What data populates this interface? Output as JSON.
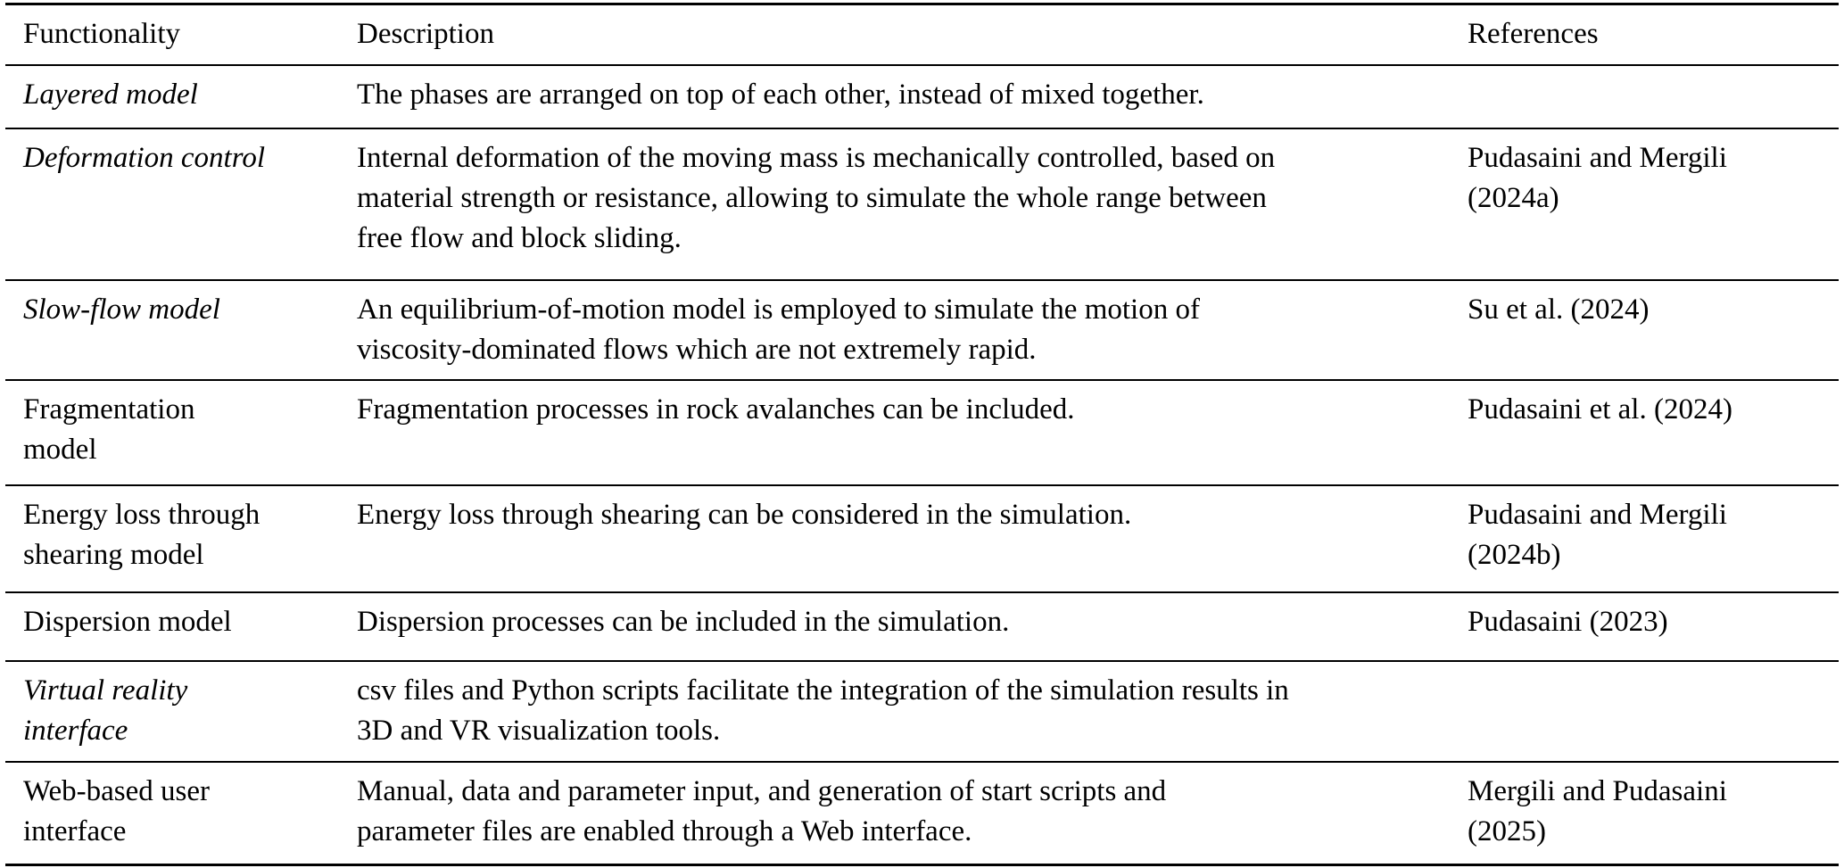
{
  "table": {
    "columns": [
      "Functionality",
      "Description",
      "References"
    ],
    "rows": [
      {
        "functionality": "Layered model",
        "italic": true,
        "description": "The phases are arranged on top of each other, instead of mixed together.",
        "reference": ""
      },
      {
        "functionality": "Deformation control",
        "italic": true,
        "description": "Internal deformation of the moving mass is mechanically controlled, based on\nmaterial strength or resistance, allowing to simulate the whole range between\nfree flow and block sliding.",
        "reference": "Pudasaini and Mergili\n(2024a)"
      },
      {
        "functionality": "Slow-flow model",
        "italic": true,
        "description": "An equilibrium-of-motion model is employed to simulate the motion of\nviscosity-dominated flows which are not extremely rapid.",
        "reference": "Su et al. (2024)"
      },
      {
        "functionality": "Fragmentation\nmodel",
        "italic": false,
        "description": "Fragmentation processes in rock avalanches can be included.",
        "reference": "Pudasaini et al. (2024)"
      },
      {
        "functionality": "Energy loss through\nshearing model",
        "italic": false,
        "description": "Energy loss through shearing can be considered in the simulation.",
        "reference": "Pudasaini and Mergili\n(2024b)"
      },
      {
        "functionality": "Dispersion model",
        "italic": false,
        "description": "Dispersion processes can be included in the simulation.",
        "reference": "Pudasaini (2023)"
      },
      {
        "functionality": "Virtual reality\ninterface",
        "italic": true,
        "description": "csv files and Python scripts facilitate the integration of the simulation results in\n3D and VR visualization tools.",
        "reference": ""
      },
      {
        "functionality": "Web-based user\ninterface",
        "italic": false,
        "description": "Manual, data and parameter input, and generation of start scripts and\nparameter files are enabled through a Web interface.",
        "reference": "Mergili and Pudasaini\n(2025)"
      }
    ],
    "colors": {
      "text": "#000000",
      "background": "#ffffff",
      "rule": "#000000"
    }
  }
}
